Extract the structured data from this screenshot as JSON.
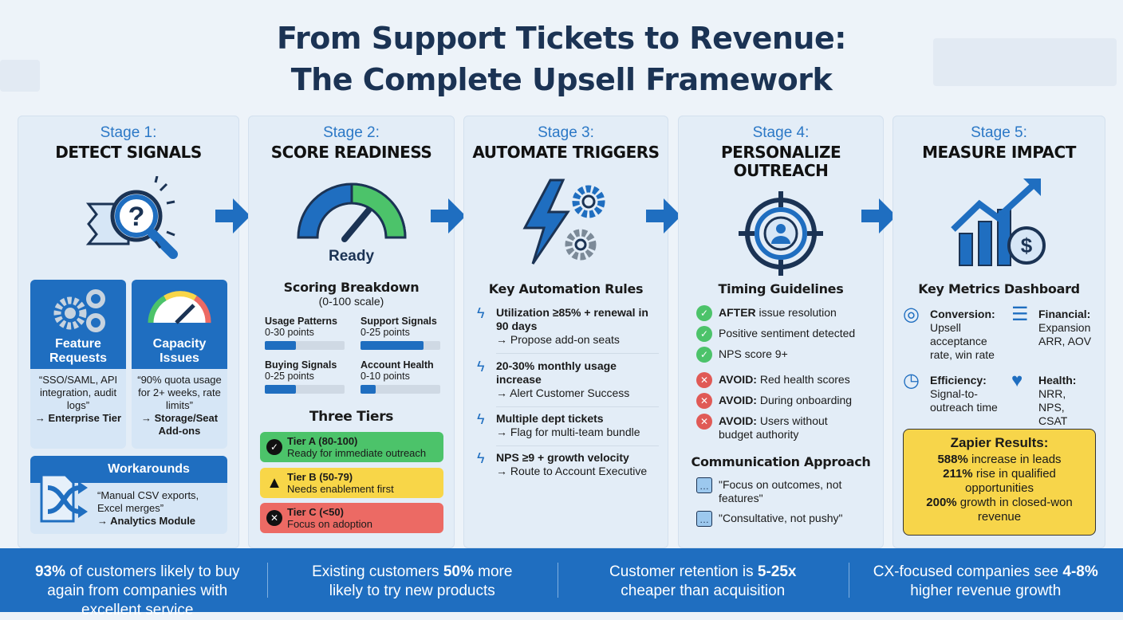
{
  "title": {
    "line1": "From Support Tickets to Revenue:",
    "line2": "The Complete Upsell Framework"
  },
  "stages": [
    {
      "number": "Stage 1:",
      "title": "DETECT SIGNALS",
      "icon": "magnifier-question-icon",
      "cards": [
        {
          "title": "Feature Requests",
          "icon": "gears-icon",
          "quote": "“SSO/SAML, API integration, audit logs”",
          "result": "→ Enterprise Tier"
        },
        {
          "title": "Capacity Issues",
          "icon": "gauge-icon",
          "quote": "“90% quota usage for 2+ weeks, rate limits”",
          "result": "→ Storage/Seat Add-ons"
        },
        {
          "title": "Workarounds",
          "icon": "shuffle-file-icon",
          "quote": "“Manual CSV exports, Excel merges”",
          "result": "→ Analytics Module"
        }
      ]
    },
    {
      "number": "Stage 2:",
      "title": "SCORE READINESS",
      "icon": "gauge-icon",
      "gauge_label": "Ready",
      "breakdown_title": "Scoring Breakdown",
      "breakdown_sub": "(0-100 scale)",
      "scores": [
        {
          "name": "Usage Patterns",
          "range": "0-30 points",
          "fill": 0.39
        },
        {
          "name": "Support Signals",
          "range": "0-25 points",
          "fill": 0.79
        },
        {
          "name": "Buying Signals",
          "range": "0-25 points",
          "fill": 0.39
        },
        {
          "name": "Account Health",
          "range": "0-10 points",
          "fill": 0.19
        }
      ],
      "tiers_title": "Three Tiers",
      "tiers": [
        {
          "name": "Tier A (80-100)",
          "desc": "Ready for immediate outreach",
          "color": "#4cc36a",
          "icon": "check-icon"
        },
        {
          "name": "Tier B (50-79)",
          "desc": "Needs enablement first",
          "color": "#f8d648",
          "icon": "warning-icon"
        },
        {
          "name": "Tier C (<50)",
          "desc": "Focus on adoption",
          "color": "#ec6a64",
          "icon": "x-icon"
        }
      ]
    },
    {
      "number": "Stage 3:",
      "title": "AUTOMATE TRIGGERS",
      "icon": "lightning-gears-icon",
      "rules_title": "Key Automation Rules",
      "rules": [
        {
          "condition": "Utilization ≥85% + renewal in 90 days",
          "action": "→ Propose add-on seats"
        },
        {
          "condition": "20-30% monthly usage increase",
          "action": "→ Alert Customer Success"
        },
        {
          "condition": "Multiple dept tickets",
          "action": "→ Flag for multi-team bundle"
        },
        {
          "condition": "NPS ≥9 + growth velocity",
          "action": "→ Route to Account Executive"
        }
      ]
    },
    {
      "number": "Stage 4:",
      "title": "PERSONALIZE OUTREACH",
      "icon": "target-user-icon",
      "timing_title": "Timing Guidelines",
      "do": [
        {
          "bold": "AFTER",
          "text": " issue resolution"
        },
        {
          "bold": "",
          "text": "Positive sentiment detected"
        },
        {
          "bold": "",
          "text": "NPS score 9+"
        }
      ],
      "avoid": [
        {
          "bold": "AVOID:",
          "text": " Red health scores"
        },
        {
          "bold": "AVOID:",
          "text": " During onboarding"
        },
        {
          "bold": "AVOID:",
          "text": " Users without budget authority"
        }
      ],
      "comm_title": "Communication Approach",
      "comm": [
        "\"Focus on outcomes, not features\"",
        "\"Consultative, not pushy\""
      ]
    },
    {
      "number": "Stage 5:",
      "title": "MEASURE IMPACT",
      "icon": "growth-chart-dollar-icon",
      "metrics_title": "Key Metrics Dashboard",
      "metrics": [
        {
          "label": "Conversion:",
          "text": "Upsell acceptance rate, win rate",
          "icon": "target-icon"
        },
        {
          "label": "Financial:",
          "text": "Expansion ARR, AOV",
          "icon": "coins-icon"
        },
        {
          "label": "Efficiency:",
          "text": "Signal-to-outreach time",
          "icon": "stopwatch-icon"
        },
        {
          "label": "Health:",
          "text": "NRR, NPS, CSAT",
          "icon": "heart-pulse-icon"
        }
      ],
      "results_title": "Zapier Results:",
      "results": [
        {
          "bold": "588%",
          "text": " increase in leads"
        },
        {
          "bold": "211%",
          "text": " rise in qualified opportunities"
        },
        {
          "bold": "200%",
          "text": " growth in closed-won revenue"
        }
      ]
    }
  ],
  "footer": [
    {
      "pre": "",
      "bold": "93%",
      "post": " of customers likely to buy again from companies with excellent service"
    },
    {
      "pre": "Existing customers ",
      "bold": "50%",
      "post": " more likely to try new products"
    },
    {
      "pre": "Customer retention is ",
      "bold": "5-25x",
      "post": " cheaper than acquisition"
    },
    {
      "pre": "CX-focused companies see ",
      "bold": "4-8%",
      "post": " higher revenue growth"
    }
  ],
  "colors": {
    "accent": "#1f6ec0",
    "title": "#1b3354",
    "stage": "#2b78c6",
    "green": "#4cc36a",
    "yellow": "#f8d648",
    "red": "#ec6a64"
  }
}
